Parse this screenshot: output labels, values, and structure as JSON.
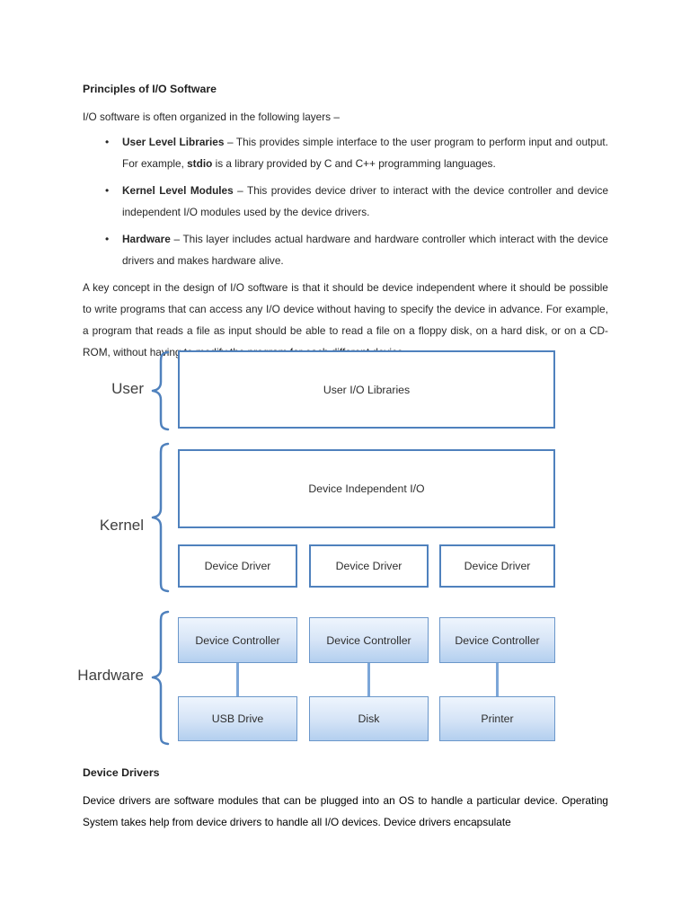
{
  "page": {
    "heading1": "Principles of I/O Software",
    "intro": "I/O software is often organized in the following layers –",
    "bullets": [
      {
        "parts": [
          {
            "t": "User Level Libraries"
          },
          {
            "t": " – This provides simple interface to the user program to perform input and output. For example, "
          },
          {
            "t": "stdio"
          },
          {
            "t": " is a library provided by C and C++ programming languages."
          }
        ]
      },
      {
        "parts": [
          {
            "t": "Kernel Level Modules"
          },
          {
            "t": " – This provides device driver to interact with the device controller and device independent I/O modules used by the device drivers."
          }
        ]
      },
      {
        "parts": [
          {
            "t": "Hardware"
          },
          {
            "t": " – This layer includes actual hardware and hardware controller which interact with the device drivers and makes hardware alive."
          }
        ]
      }
    ],
    "paragraph2": "A key concept in the design of I/O software is that it should be device independent where it should be possible to write programs that can access any I/O device without having to specify the device in advance. For example, a program that reads a file as input should be able to read a file on a floppy disk, on a hard disk, or on a CD-ROM, without having to modify the program for each different device.",
    "heading2": "Device Drivers",
    "paragraph3": "Device drivers are software modules that can be plugged into an OS to handle a particular device. Operating System takes help from device drivers to handle all I/O devices. Device drivers encapsulate"
  },
  "diagram": {
    "labels": {
      "user": "User",
      "kernel": "Kernel",
      "hardware": "Hardware"
    },
    "boxes": {
      "user_io": "User I/O Libraries",
      "device_independent": "Device Independent I/O",
      "driver": "Device Driver",
      "controller": "Device Controller",
      "devices": [
        "USB Drive",
        "Disk",
        "Printer"
      ]
    },
    "colors": {
      "brace_stroke": "#4f81bd",
      "box_border": "#4f81bd",
      "hw_border": "#6b97ca",
      "hw_fill_top": "#eef5fd",
      "hw_fill_bottom": "#b3cfef",
      "connector": "#7ca6d8"
    }
  }
}
